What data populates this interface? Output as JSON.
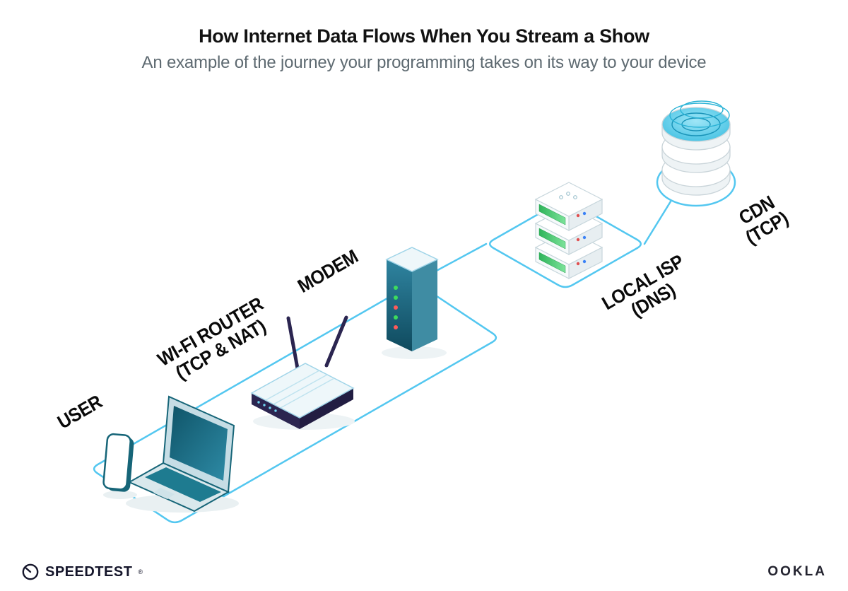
{
  "header": {
    "title": "How Internet Data Flows When You Stream a Show",
    "subtitle": "An example of the journey your programming takes on its way to your device"
  },
  "nodes": [
    {
      "id": "user",
      "label": "USER",
      "sub": ""
    },
    {
      "id": "wifi-router",
      "label": "WI-FI ROUTER",
      "sub": "(TCP & NAT)"
    },
    {
      "id": "modem",
      "label": "MODEM",
      "sub": ""
    },
    {
      "id": "local-isp",
      "label": "LOCAL ISP",
      "sub": "(DNS)"
    },
    {
      "id": "cdn",
      "label": "CDN",
      "sub": "(TCP)"
    }
  ],
  "flow_order": [
    "USER",
    "WI-FI ROUTER",
    "MODEM",
    "LOCAL ISP",
    "CDN"
  ],
  "footer": {
    "brand_left": "SPEEDTEST",
    "brand_left_mark": "®",
    "brand_right": "OOKLA"
  },
  "colors": {
    "accent_line": "#53c7f0",
    "title": "#121212",
    "subtitle": "#5e6a71",
    "device_dark_teal": "#166578",
    "router_base_navy": "#2b2550",
    "led_green": "#3ddc5d",
    "led_red": "#ff5a5a",
    "server_green": "#3ec06a",
    "cdn_cyan": "#35c4e8"
  }
}
